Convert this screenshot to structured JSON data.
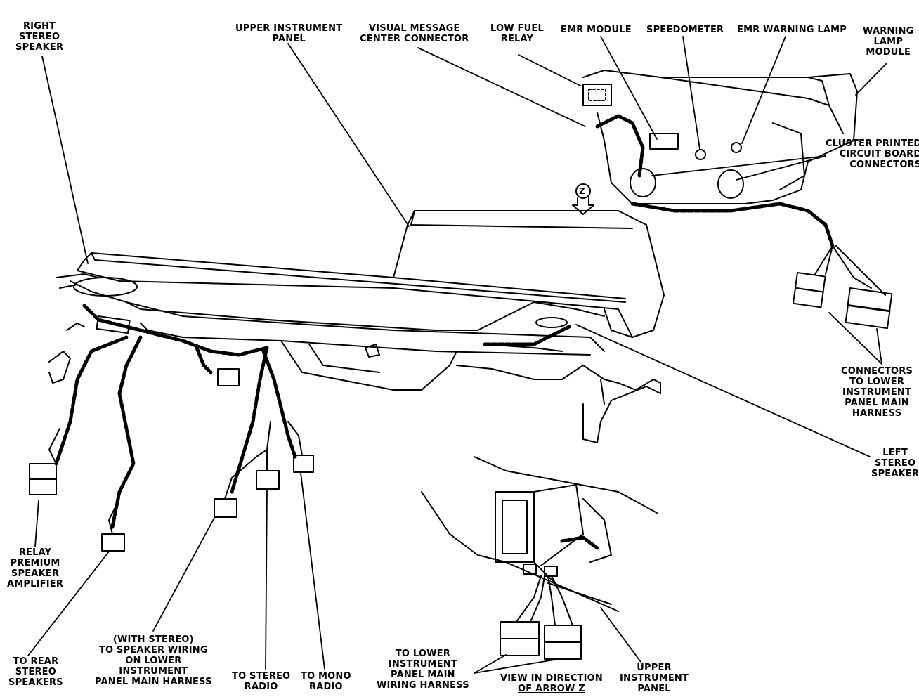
{
  "colors": {
    "ink": "#000000",
    "paper": "#ffffff"
  },
  "labels": {
    "right_stereo_speaker": [
      "RIGHT",
      "STEREO",
      "SPEAKER"
    ],
    "upper_instrument_panel_top": [
      "UPPER INSTRUMENT",
      "PANEL"
    ],
    "visual_message_center_connector": [
      "VISUAL MESSAGE",
      "CENTER CONNECTOR"
    ],
    "low_fuel_relay": [
      "LOW FUEL",
      "RELAY"
    ],
    "emr_module": [
      "EMR MODULE"
    ],
    "speedometer": [
      "SPEEDOMETER"
    ],
    "emr_warning_lamp": [
      "EMR WARNING LAMP"
    ],
    "warning_lamp_module": [
      "WARNING",
      "LAMP",
      "MODULE"
    ],
    "cluster_pcb_connectors": [
      "CLUSTER PRINTED",
      "CIRCUIT BOARD",
      "CONNECTORS"
    ],
    "connectors_to_lower_ip": [
      "CONNECTORS",
      "TO LOWER",
      "INSTRUMENT",
      "PANEL MAIN",
      "HARNESS"
    ],
    "left_stereo_speaker": [
      "LEFT",
      "STEREO",
      "SPEAKER"
    ],
    "relay_premium_amp": [
      "RELAY",
      "PREMIUM",
      "SPEAKER",
      "AMPLIFIER"
    ],
    "to_rear_stereo_speakers": [
      "TO REAR",
      "STEREO",
      "SPEAKERS"
    ],
    "with_stereo_wiring": [
      "(WITH STEREO)",
      "TO SPEAKER WIRING",
      "ON LOWER",
      "INSTRUMENT",
      "PANEL MAIN HARNESS"
    ],
    "to_stereo_radio": [
      "TO STEREO",
      "RADIO"
    ],
    "to_mono_radio": [
      "TO MONO",
      "RADIO"
    ],
    "to_lower_ip_wiring_harness": [
      "TO LOWER",
      "INSTRUMENT",
      "PANEL MAIN",
      "WIRING HARNESS"
    ],
    "view_direction": [
      "VIEW IN DIRECTION",
      "OF ARROW Z"
    ],
    "upper_instrument_panel_bottom": [
      "UPPER",
      "INSTRUMENT",
      "PANEL"
    ],
    "arrow_z": "Z"
  }
}
